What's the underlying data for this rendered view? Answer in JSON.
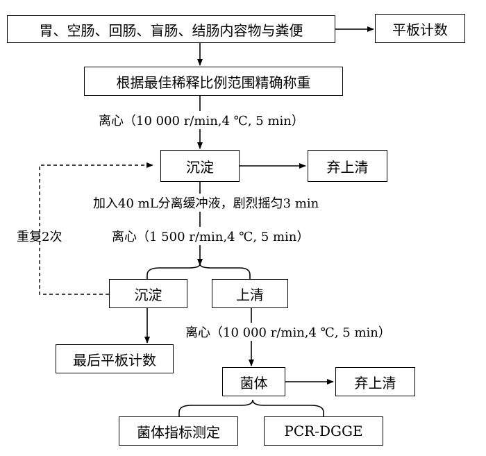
{
  "nodes": {
    "stomach_contents": "胃、空肠、回肠、盲肠、结肠内容物与粪便",
    "plate_count": "平板计数",
    "weigh": "根据最佳稀释比例范围精确称重",
    "precipitate_1": "沉淀",
    "discard_1": "弃上清",
    "precipitate_2": "沉淀",
    "supernatant": "上清",
    "final_plate_count": "最后平板计数",
    "bacteria": "菌体",
    "discard_2": "弃上清",
    "bacteria_index": "菌体指标测定",
    "pcr_dgge": "PCR-DGGE"
  },
  "labels": {
    "centrifuge_1": "离心（10 000 r/min,4 ℃, 5 min）",
    "add_buffer": "加入40 mL分离缓冲液，剧烈摇匀3 min",
    "centrifuge_2": "离心（1 500 r/min,4 ℃, 5 min）",
    "repeat": "重复2次",
    "centrifuge_3": "离心（10 000 r/min,4 ℃, 5 min）"
  }
}
